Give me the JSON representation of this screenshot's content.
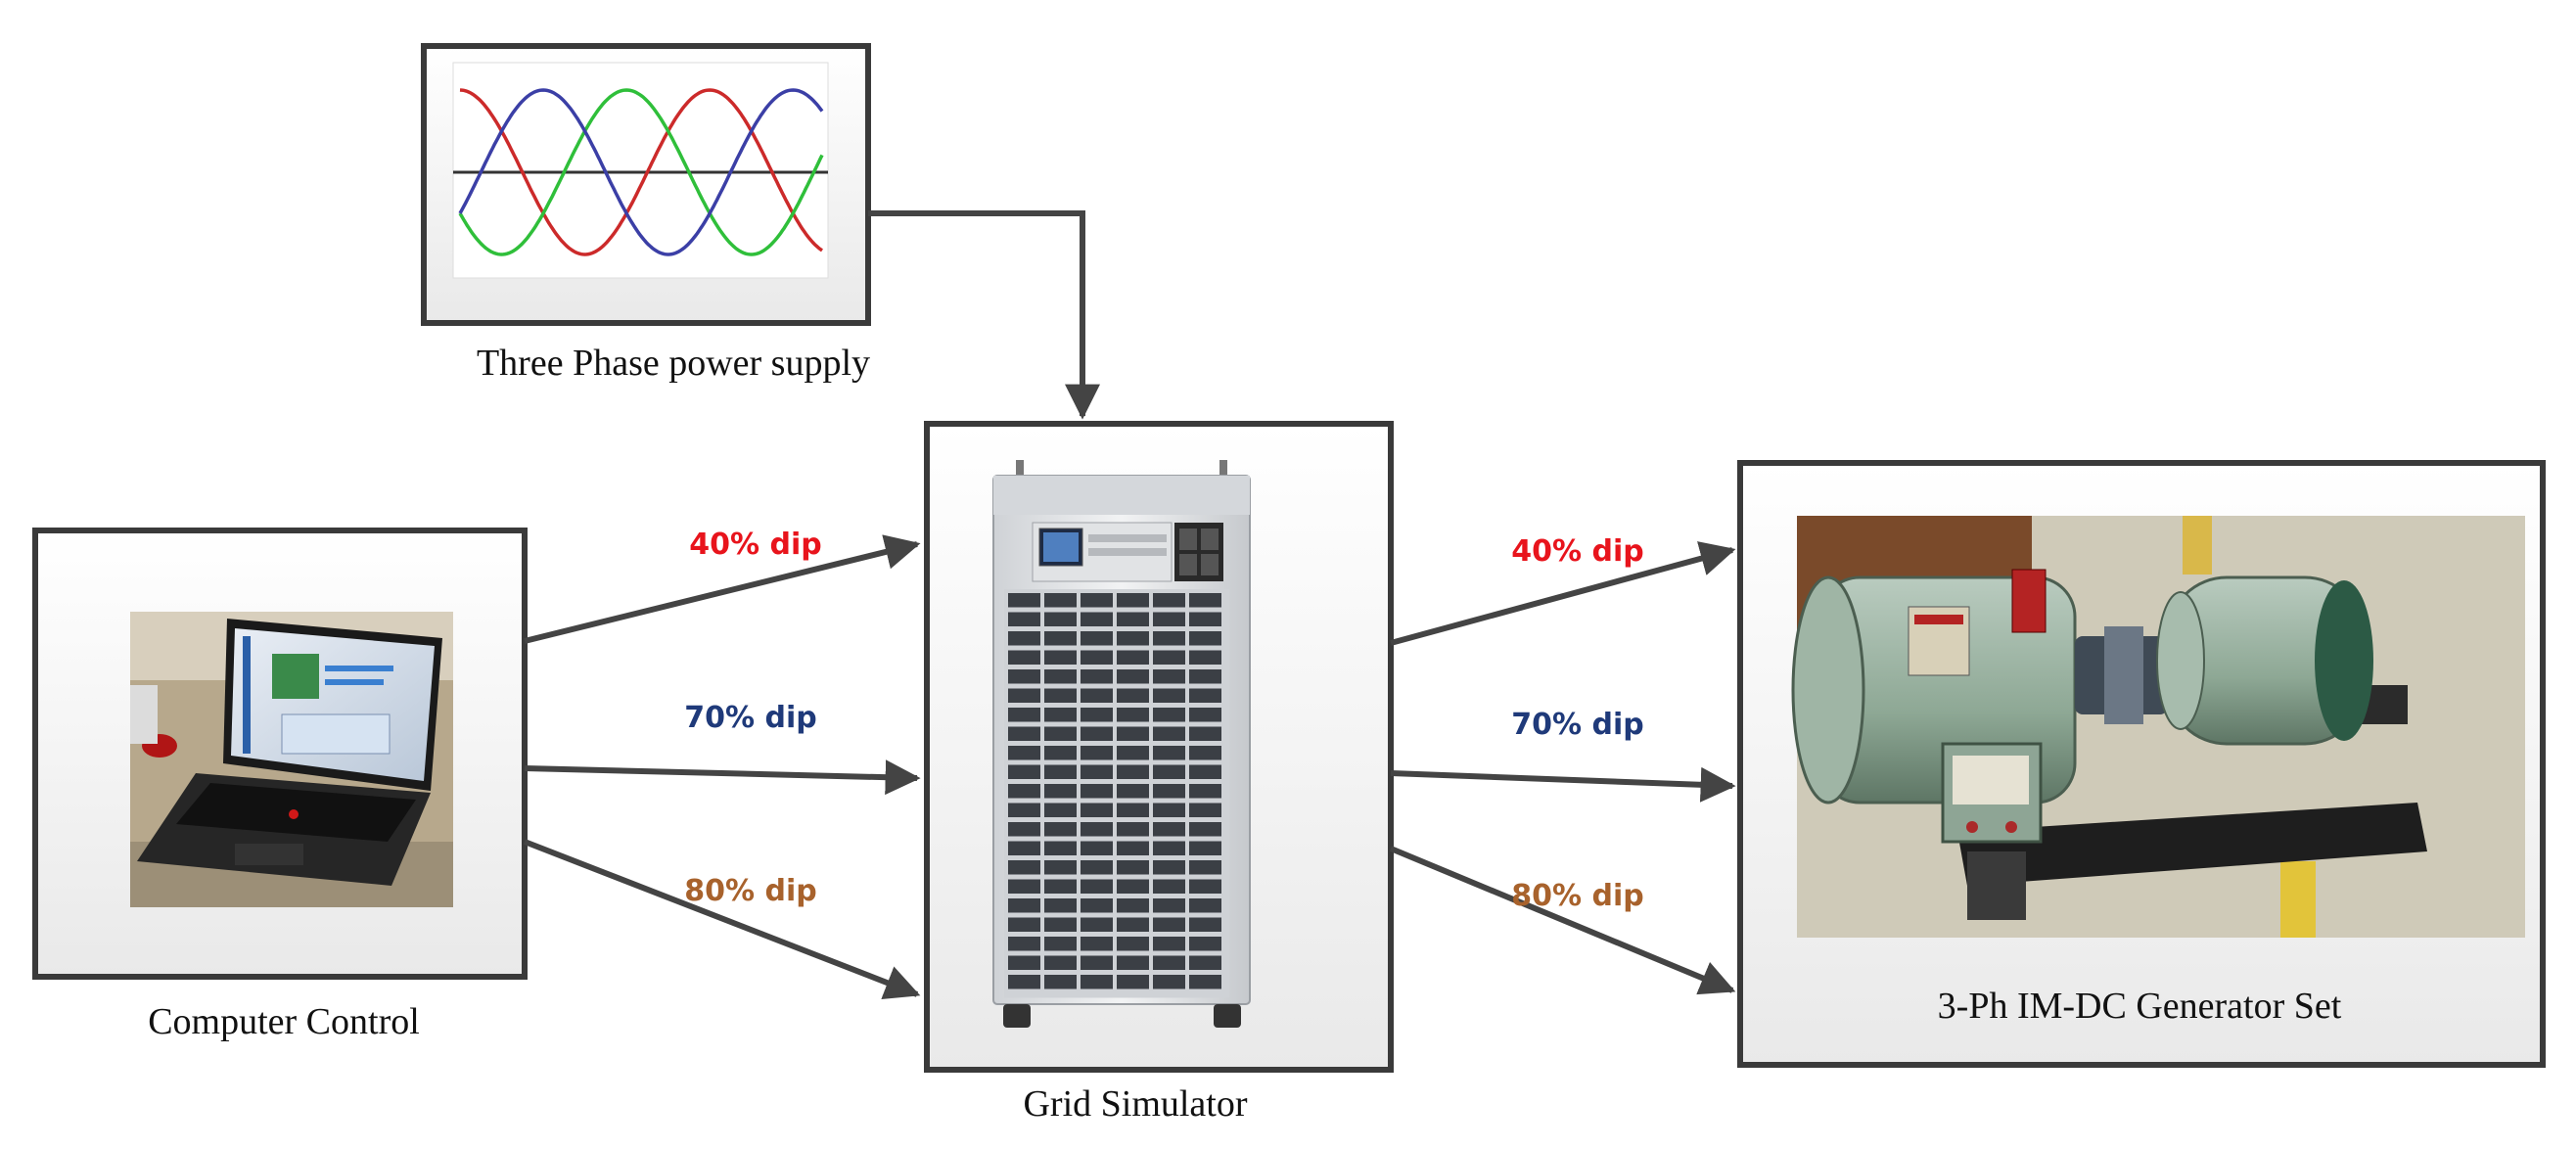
{
  "blocks": {
    "supply": {
      "caption": "Three Phase power supply"
    },
    "computer": {
      "caption": "Computer Control"
    },
    "simulator": {
      "caption": "Grid Simulator"
    },
    "generator": {
      "caption": "3-Ph IM-DC Generator Set"
    }
  },
  "dips": {
    "left": [
      {
        "label": "40% dip",
        "color": "#e8141c"
      },
      {
        "label": "70% dip",
        "color": "#1f3a7a"
      },
      {
        "label": "80% dip",
        "color": "#a8622c"
      }
    ],
    "right": [
      {
        "label": "40% dip",
        "color": "#e8141c"
      },
      {
        "label": "70% dip",
        "color": "#1f3a7a"
      },
      {
        "label": "80% dip",
        "color": "#a8622c"
      }
    ]
  },
  "colors": {
    "border": "#3a3a3a",
    "arrow": "#444444",
    "phase_a": "#cc2a2a",
    "phase_b": "#2fbf3a",
    "phase_c": "#3b3fa6"
  },
  "icons": {
    "supply": "three-phase-sine-waves",
    "computer": "laptop-photo",
    "simulator": "grid-simulator-cabinet-photo",
    "generator": "motor-generator-photo"
  }
}
